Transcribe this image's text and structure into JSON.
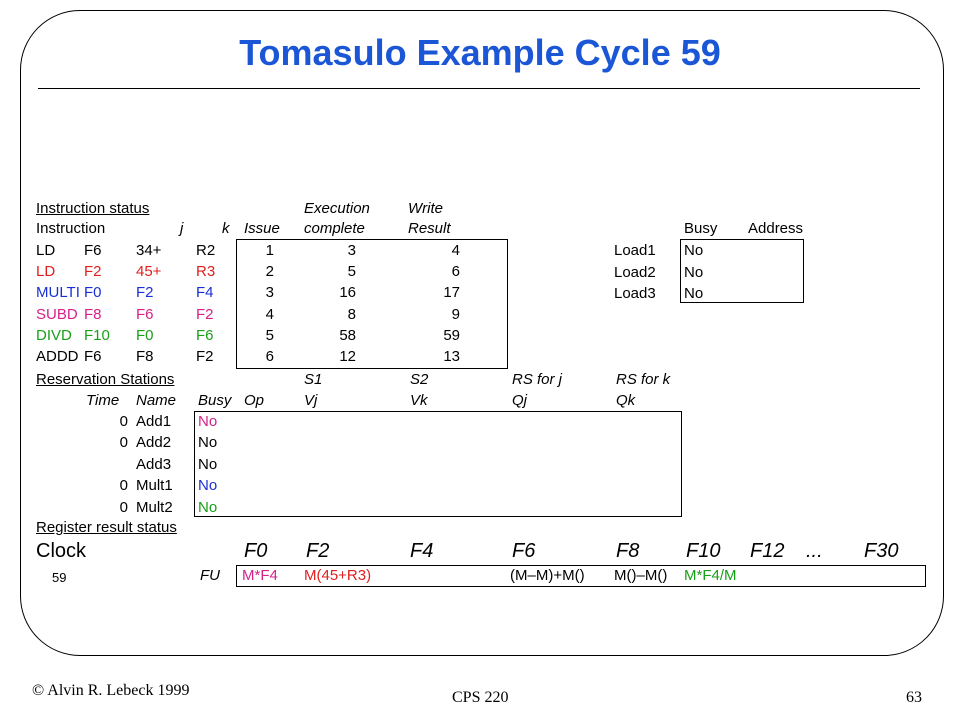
{
  "title": "Tomasulo Example Cycle 59",
  "footer": {
    "copyright": "© Alvin R. Lebeck 1999",
    "course": "CPS 220",
    "page": "63"
  },
  "colors": {
    "title": "#1a56d6",
    "red": "#e02020",
    "blue": "#1a2fd6",
    "magenta": "#d6208a",
    "green": "#18a018",
    "black": "#000000"
  },
  "instruction_status": {
    "label": "Instruction status",
    "head_execution": "Execution",
    "head_write": "Write",
    "col_instruction": "Instruction",
    "col_j": "j",
    "col_k": "k",
    "col_issue": "Issue",
    "col_complete": "complete",
    "col_result": "Result",
    "rows": [
      {
        "op": "LD",
        "dest": "F6",
        "j": "34+",
        "k": "R2",
        "issue": "1",
        "complete": "3",
        "result": "4",
        "color": "black"
      },
      {
        "op": "LD",
        "dest": "F2",
        "j": "45+",
        "k": "R3",
        "issue": "2",
        "complete": "5",
        "result": "6",
        "color": "red"
      },
      {
        "op": "MULTI",
        "dest": "F0",
        "j": "F2",
        "k": "F4",
        "issue": "3",
        "complete": "16",
        "result": "17",
        "color": "blue"
      },
      {
        "op": "SUBD",
        "dest": "F8",
        "j": "F6",
        "k": "F2",
        "issue": "4",
        "complete": "8",
        "result": "9",
        "color": "magenta"
      },
      {
        "op": "DIVD",
        "dest": "F10",
        "j": "F0",
        "k": "F6",
        "issue": "5",
        "complete": "58",
        "result": "59",
        "color": "green"
      },
      {
        "op": "ADDD",
        "dest": "F6",
        "j": "F8",
        "k": "F2",
        "issue": "6",
        "complete": "12",
        "result": "13",
        "color": "black"
      }
    ]
  },
  "load_buffers": {
    "col_busy": "Busy",
    "col_address": "Address",
    "rows": [
      {
        "name": "Load1",
        "busy": "No"
      },
      {
        "name": "Load2",
        "busy": "No"
      },
      {
        "name": "Load3",
        "busy": "No"
      }
    ]
  },
  "reservation_stations": {
    "label": "Reservation Stations",
    "head_s1": "S1",
    "head_s2": "S2",
    "head_rsj": "RS for j",
    "head_rsk": "RS for k",
    "col_time": "Time",
    "col_name": "Name",
    "col_busy": "Busy",
    "col_op": "Op",
    "col_vj": "Vj",
    "col_vk": "Vk",
    "col_qj": "Qj",
    "col_qk": "Qk",
    "rows": [
      {
        "time": "0",
        "name": "Add1",
        "busy": "No",
        "color": "magenta"
      },
      {
        "time": "0",
        "name": "Add2",
        "busy": "No",
        "color": "black"
      },
      {
        "time": "",
        "name": "Add3",
        "busy": "No",
        "color": "black"
      },
      {
        "time": "0",
        "name": "Mult1",
        "busy": "No",
        "color": "blue"
      },
      {
        "time": "0",
        "name": "Mult2",
        "busy": "No",
        "color": "green"
      }
    ]
  },
  "register_status": {
    "label": "Register result status",
    "clock_label": "Clock",
    "clock_value": "59",
    "fu_label": "FU",
    "registers": [
      "F0",
      "F2",
      "F4",
      "F6",
      "F8",
      "F10",
      "F12",
      "...",
      "F30"
    ],
    "fu_values": [
      {
        "reg": "F0",
        "value": "M*F4",
        "color": "magenta"
      },
      {
        "reg": "F2",
        "value": "M(45+R3)",
        "color": "red"
      },
      {
        "reg": "F6",
        "value": "(M–M)+M()",
        "color": "black"
      },
      {
        "reg": "F8",
        "value": "M()–M()",
        "color": "black"
      },
      {
        "reg": "F10",
        "value": "M*F4/M",
        "color": "green"
      }
    ]
  }
}
